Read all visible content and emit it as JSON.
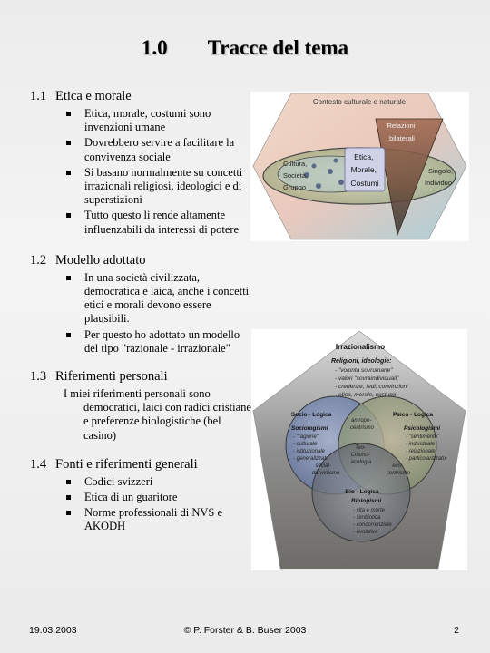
{
  "title": {
    "number": "1.0",
    "text": "Tracce del tema"
  },
  "sections": [
    {
      "number": "1.1",
      "heading": "Etica e morale",
      "bullets": [
        "Etica, morale, costumi sono invenzioni umane",
        "Dovrebbero servire a facilitare la convivenza sociale",
        "Si basano normalmente su concetti irrazionali religiosi, ideologici e di superstizioni",
        "Tutto questo li rende altamente influenzabili da interessi di potere"
      ]
    },
    {
      "number": "1.2",
      "heading": "Modello adottato",
      "bullets": [
        "In una società civilizzata, democratica e laica, anche i concetti etici e morali devono essere plausibili.",
        "Per questo ho adottato un modello del tipo \"razionale - irrazionale\""
      ]
    },
    {
      "number": "1.3",
      "heading": "Riferimenti personali",
      "paragraph_first": "I miei riferimenti personali sono",
      "paragraph_rest": "democratici, laici con radici cristiane e preferenze biologistiche (bel casino)"
    },
    {
      "number": "1.4",
      "heading": "Fonti e riferimenti generali",
      "bullets": [
        "Codici svizzeri",
        "Etica di un guaritore",
        "Norme professionali di NVS e AKODH"
      ]
    }
  ],
  "diagram1": {
    "title": "Contesto culturale e naturale",
    "left_label": [
      "Cultura,",
      "Società,",
      "Gruppo"
    ],
    "right_label": [
      "Singolo,",
      "Individuo"
    ],
    "triangle_label": [
      "Relazioni",
      "bilaterali"
    ],
    "center_label": [
      "Etica,",
      "Morale,",
      "Costumi"
    ]
  },
  "diagram2": {
    "title": "Irrazionalismo",
    "top_heading": "Religioni, ideologie:",
    "top_items": [
      "- \"volontà sovrumane\"",
      "- valori \"sovraindividuali\"",
      "- credenze, fedi, convinzioni",
      "- etica, morale, costumi"
    ],
    "left_title": "Socio - Logica",
    "left_heading": "Sociologismi",
    "left_items": [
      "- \"ragione\"",
      "- culturale",
      "- istituzionale",
      "- generalizzato"
    ],
    "right_title": "Psico - Logica",
    "right_heading": "Psicologismi",
    "right_items": [
      "- \"sentimento\"",
      "- individuale",
      "- relazionale",
      "- particolarizzato"
    ],
    "bottom_title": "Bio - Logica",
    "bottom_heading": "Biologismi",
    "bottom_items": [
      "- vita e morte",
      "- simbiotica",
      "- concorrenziale",
      "- evolutiva"
    ],
    "overlap_top": [
      "antropo-",
      "centrismo"
    ],
    "overlap_left": [
      "social-",
      "darwinismo"
    ],
    "overlap_right": [
      "eco-",
      "centrismo"
    ],
    "overlap_center": [
      "Teo-",
      "Cosmo-",
      "ecologia"
    ]
  },
  "footer": {
    "date": "19.03.2003",
    "copyright": "© P. Forster & B. Buser 2003",
    "page": "2"
  }
}
